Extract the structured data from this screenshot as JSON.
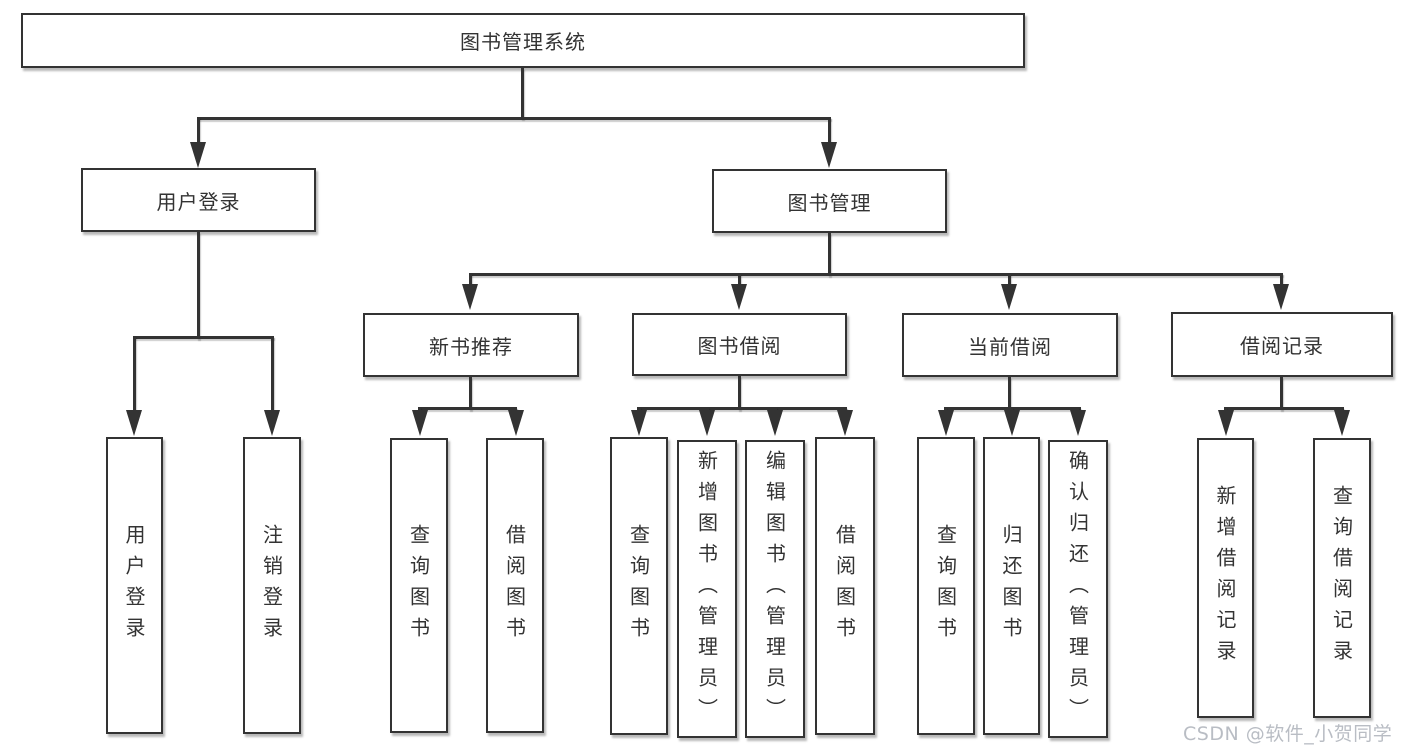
{
  "diagram": {
    "root": {
      "label": "图书管理系统"
    },
    "branches": [
      {
        "label": "用户登录",
        "children": [
          {
            "label": "用户登录"
          },
          {
            "label": "注销登录"
          }
        ]
      },
      {
        "label": "图书管理",
        "groups": [
          {
            "label": "新书推荐",
            "children": [
              "查询图书",
              "借阅图书"
            ]
          },
          {
            "label": "图书借阅",
            "children": [
              "查询图书",
              "新增图书（管理员）",
              "编辑图书（管理员）",
              "借阅图书"
            ]
          },
          {
            "label": "当前借阅",
            "children": [
              "查询图书",
              "归还图书",
              "确认归还（管理员）"
            ]
          },
          {
            "label": "借阅记录",
            "children": [
              "新增借阅记录",
              "查询借阅记录"
            ]
          }
        ]
      }
    ]
  },
  "watermark": {
    "text": "CSDN @软件_小贺同学"
  },
  "colors": {
    "line": "#333333",
    "box_border": "#333333",
    "text": "#333333",
    "watermark": "#b9bdc4",
    "background": "#ffffff"
  }
}
